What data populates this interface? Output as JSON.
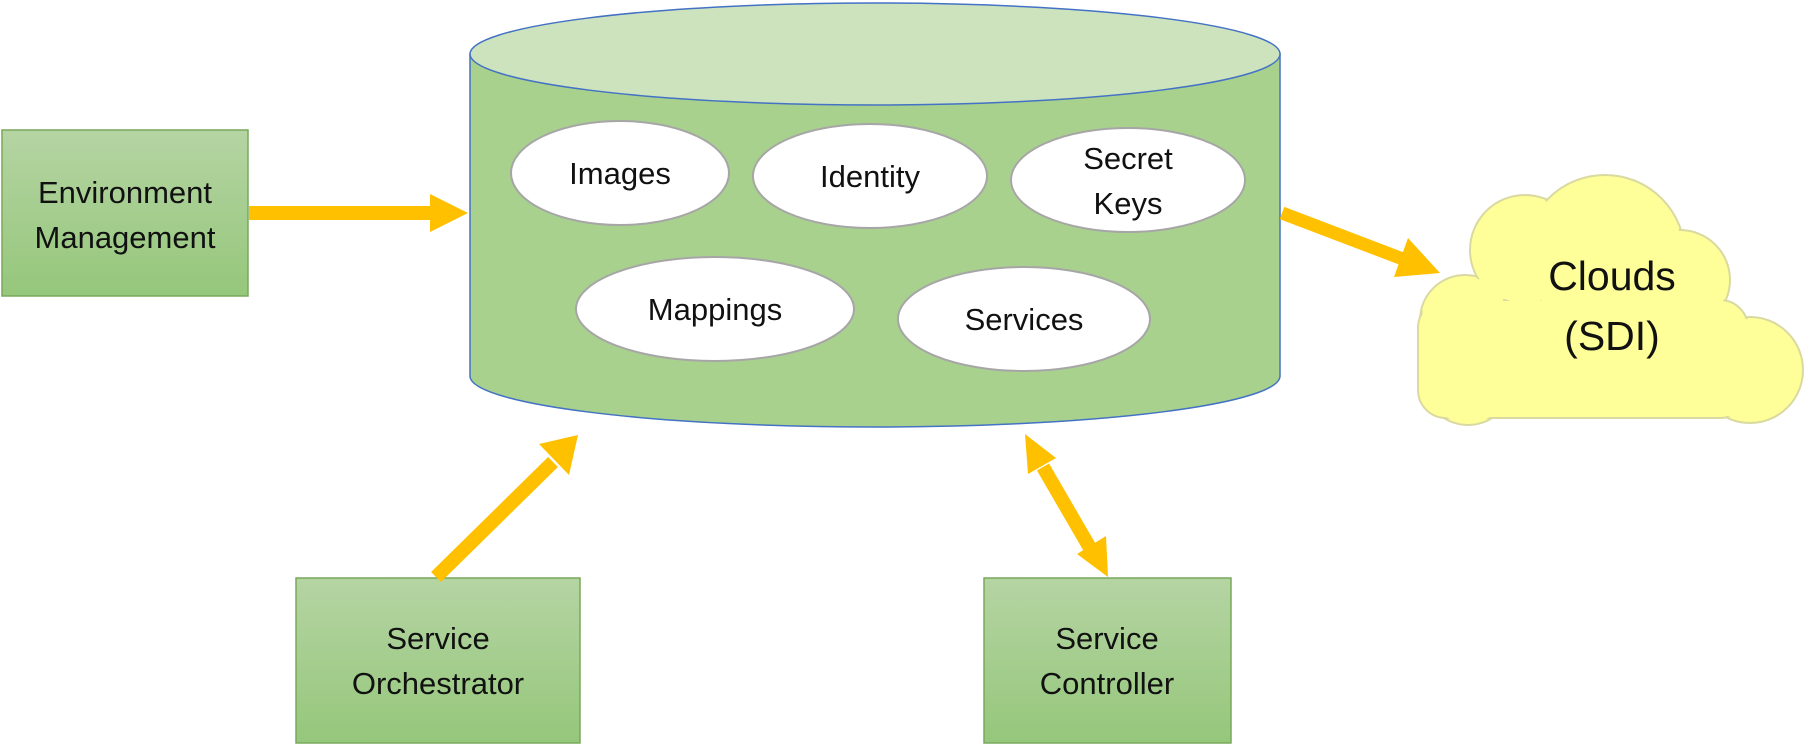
{
  "colors": {
    "box_fill_top": "#B5D4A3",
    "box_fill_bottom": "#95C77B",
    "box_stroke": "#78A85A",
    "db_body": "#A9D18E",
    "db_top": "#CCE3BE",
    "db_stroke": "#4472C4",
    "oval_fill": "#FFFFFF",
    "oval_stroke": "#A6A6A6",
    "arrow": "#FFC000",
    "cloud_fill": "#FFFF99",
    "cloud_stroke": "#D9D9A0"
  },
  "boxes": {
    "environment_management": {
      "line1": "Environment",
      "line2": "Management"
    },
    "service_orchestrator": {
      "line1": "Service",
      "line2": "Orchestrator"
    },
    "service_controller": {
      "line1": "Service",
      "line2": "Controller"
    }
  },
  "database": {
    "items": {
      "images": "Images",
      "identity": "Identity",
      "secret_keys_line1": "Secret",
      "secret_keys_line2": "Keys",
      "mappings": "Mappings",
      "services": "Services"
    }
  },
  "cloud": {
    "line1": "Clouds",
    "line2": "(SDI)"
  }
}
